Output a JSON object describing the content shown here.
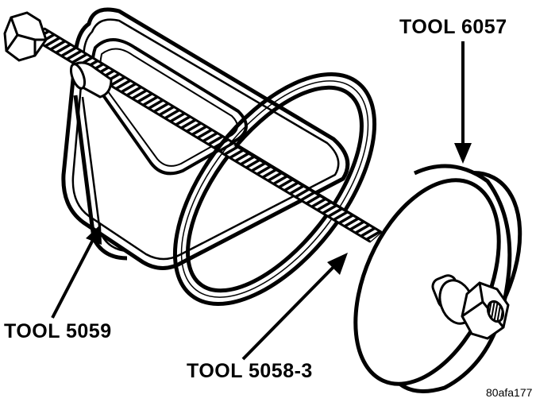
{
  "labels": {
    "tool_6057": "TOOL 6057",
    "tool_5059": "TOOL 5059",
    "tool_5058_3": "TOOL 5058-3",
    "figure_ref": "80afa177"
  },
  "colors": {
    "ink": "#000000",
    "paper": "#ffffff",
    "thread": "#7a7a7a"
  }
}
